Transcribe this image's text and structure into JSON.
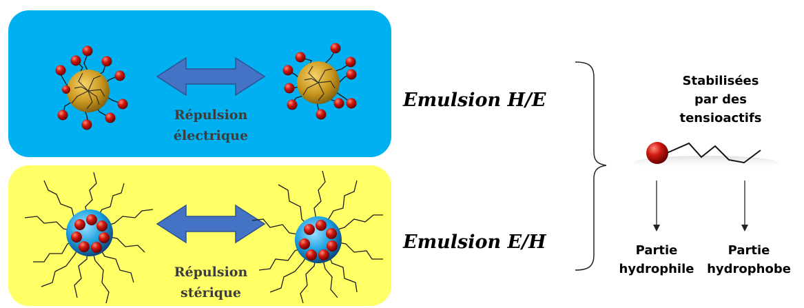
{
  "panels": {
    "top": {
      "color": "#00b0f0",
      "label_line1": "Répulsion",
      "label_line2": "électrique"
    },
    "bottom": {
      "color": "#ffff66",
      "label_line1": "Répulsion",
      "label_line2": "stérique"
    }
  },
  "emulsions": {
    "top": "Emulsion H/E",
    "bottom": "Emulsion E/H"
  },
  "surfactant": {
    "title_line1": "Stabilisées",
    "title_line2": "par des",
    "title_line3": "tensioactifs",
    "head_label_line1": "Partie",
    "head_label_line2": "hydrophile",
    "tail_label_line1": "Partie",
    "tail_label_line2": "hydrophobe"
  },
  "colors": {
    "arrow": "#4472c4",
    "head": "#c00000",
    "oil_droplet": "#d4a017",
    "water_droplet": "#1e90d0"
  }
}
